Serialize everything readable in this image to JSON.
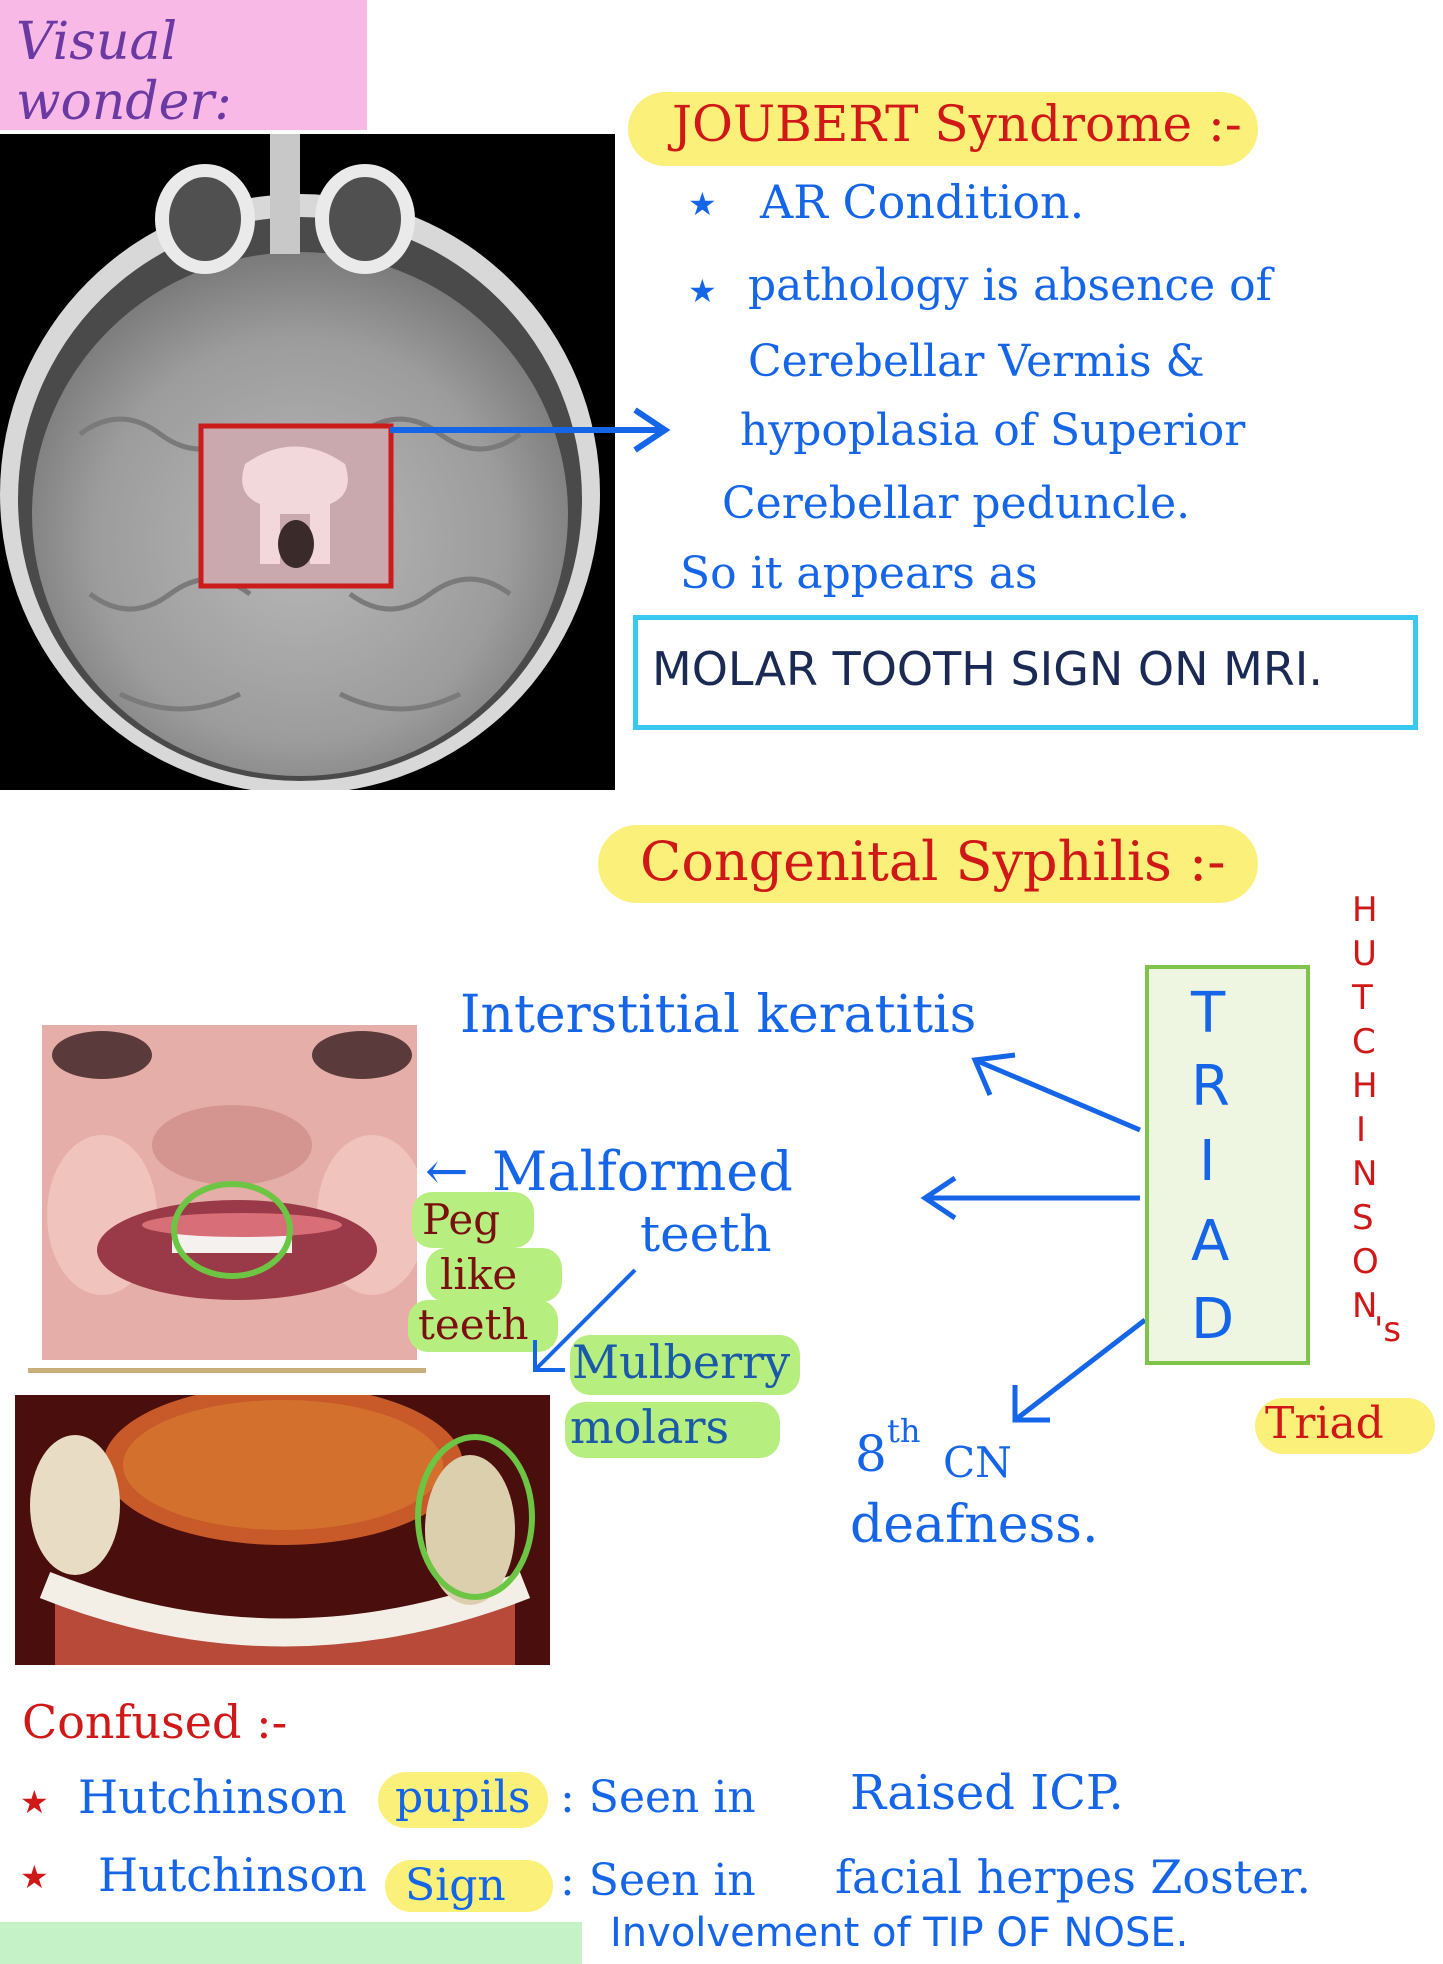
{
  "header": {
    "title": "Visual wonder:"
  },
  "joubert": {
    "title": "JOUBERT Syndrome :-",
    "bullet1": "AR Condition.",
    "bullet2_l1": "pathology is absence of",
    "bullet2_l2": "Cerebellar Vermis &",
    "bullet2_l3": "hypoplasia of Superior",
    "bullet2_l4": "Cerebellar peduncle.",
    "so_line": "So it appears as",
    "sign_box": "MOLAR TOOTH SIGN ON MRI."
  },
  "syphilis": {
    "title": "Congenital Syphilis :-",
    "interstitial": "Interstitial keratitis",
    "malformed_l1": "Malformed",
    "malformed_l2": "teeth",
    "peg_l1": "Peg",
    "peg_l2": "like",
    "peg_l3": "teeth",
    "mulberry_l1": "Mulberry",
    "mulberry_l2": "molars",
    "cn_num": "8",
    "cn_sup": "th",
    "cn_text": "CN",
    "deafness": "deafness.",
    "triad_letters": [
      "T",
      "R",
      "I",
      "A",
      "D"
    ],
    "hutchinson_letters": [
      "H",
      "U",
      "T",
      "C",
      "H",
      "I",
      "N",
      "S",
      "O",
      "N",
      "'s"
    ],
    "triad_label": "Triad"
  },
  "confused": {
    "title": "Confused :-",
    "row1_a": "Hutchinson",
    "row1_b": "pupils",
    "row1_c": ": Seen in",
    "row1_d": "Raised ICP.",
    "row2_a": "Hutchinson",
    "row2_b": "Sign",
    "row2_c": ": Seen in",
    "row2_d": "facial herpes Zoster.",
    "row3": "Involvement of TIP OF NOSE."
  },
  "colors": {
    "blue": "#1565e8",
    "red": "#d01818",
    "yellow": "#fbf07a",
    "green_pill": "#b6ef7f",
    "cyan_box": "#38c8f0",
    "triad_fill": "#eef6e2"
  }
}
